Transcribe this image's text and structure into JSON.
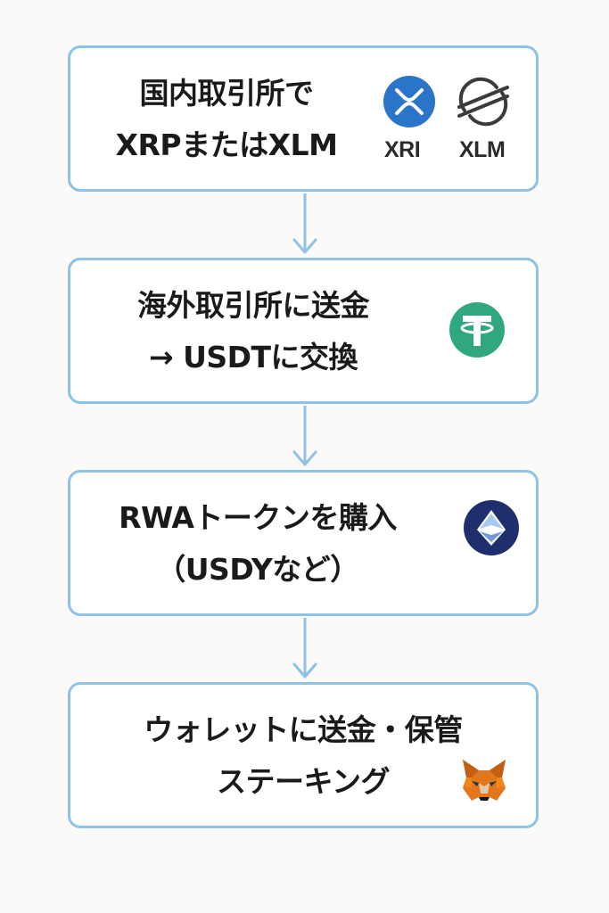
{
  "steps": [
    {
      "line1": "国内取引所で",
      "line2": "XRPまたはXLM",
      "icons": [
        "xrp-logo-icon",
        "xlm-logo-icon"
      ],
      "icon_labels": [
        "XRI",
        "XLM"
      ]
    },
    {
      "line1": "海外取引所に送金",
      "line2": "→ USDTに交換",
      "icons": [
        "tether-logo-icon"
      ]
    },
    {
      "line1": "RWAトークンを購入",
      "line2": "（USDYなど）",
      "icons": [
        "ondo-diamond-icon"
      ]
    },
    {
      "line1": "ウォレットに送金・保管",
      "line2": "ステーキング",
      "icons": [
        "metamask-fox-icon"
      ]
    }
  ],
  "colors": {
    "border": "#8cc3e6",
    "arrow": "#8cc3e6",
    "xrp": "#2a74c9",
    "tether": "#2fa882",
    "ondo": "#1f2f6e",
    "metamask": "#e2761b"
  }
}
